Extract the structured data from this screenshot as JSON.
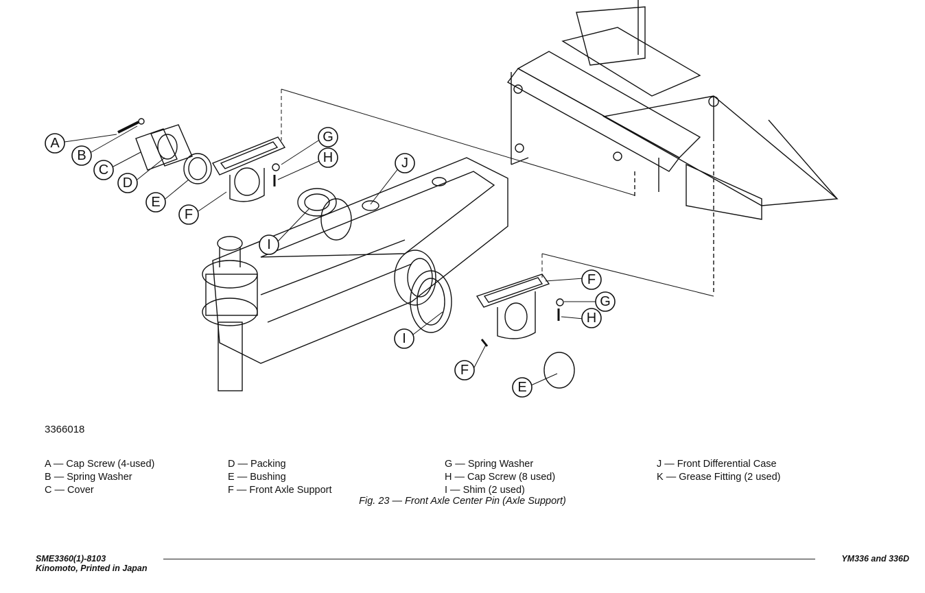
{
  "callouts": {
    "a": "A",
    "b": "B",
    "c": "C",
    "d": "D",
    "e1": "E",
    "f1": "F",
    "g1": "G",
    "h1": "H",
    "j": "J",
    "i1": "I",
    "i2": "I",
    "f2": "F",
    "g2": "G",
    "h2": "H",
    "f3": "F",
    "e2": "E"
  },
  "figure_number": "3366018",
  "legend": {
    "col1": [
      "A — Cap Screw (4-used)",
      "B — Spring Washer",
      "C — Cover"
    ],
    "col2": [
      "D — Packing",
      "E — Bushing",
      "F — Front Axle Support"
    ],
    "col3": [
      "G — Spring Washer",
      "H — Cap Screw (8 used)",
      "I — Shim (2 used)"
    ],
    "col4": [
      "J — Front Differential Case",
      "K — Grease Fitting (2 used)"
    ]
  },
  "caption": "Fig. 23 — Front Axle Center Pin (Axle Support)",
  "footer": {
    "doc_code": "SME3360(1)-8103",
    "printer": "Kinomoto, Printed in Japan",
    "model": "YM336 and 336D"
  }
}
